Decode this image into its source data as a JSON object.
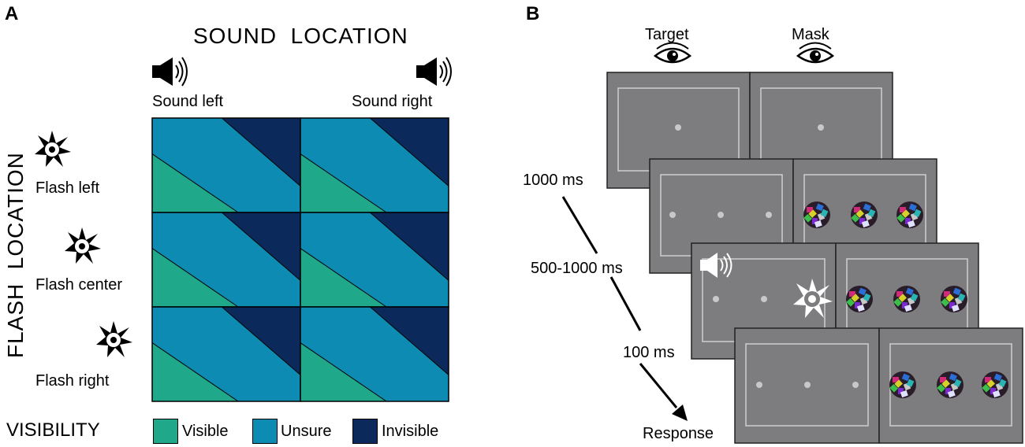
{
  "panel_a": {
    "letter": "A",
    "sound_header": "SOUND  LOCATION",
    "sound_left": "Sound left",
    "sound_right": "Sound right",
    "flash_header": "FLASH  LOCATION",
    "flash_left": "Flash left",
    "flash_center": "Flash center",
    "flash_right": "Flash right",
    "visibility_label": "VISIBILITY",
    "legend": [
      {
        "label": "Visible",
        "color": "#1fa88a"
      },
      {
        "label": "Unsure",
        "color": "#0e8bb2"
      },
      {
        "label": "Invisible",
        "color": "#0b2a5b"
      }
    ]
  },
  "panel_b": {
    "letter": "B",
    "target": "Target",
    "mask": "Mask",
    "time_1": "1000 ms",
    "time_2": "500-1000 ms",
    "time_3": "100 ms",
    "response": "Response",
    "screen_color": "#7d7d7f"
  },
  "icons": [
    "speaker-icon",
    "flash-star-icon",
    "eye-icon",
    "mask-patch-icon"
  ]
}
